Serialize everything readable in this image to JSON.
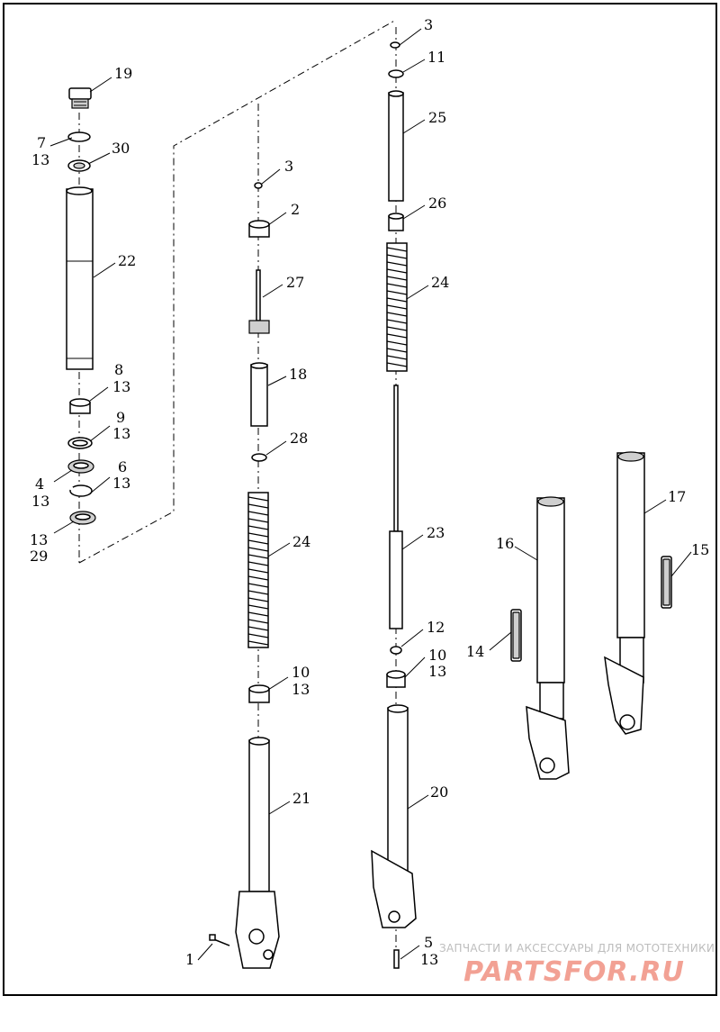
{
  "callouts": {
    "c19": "19",
    "c7": "7",
    "c7q": "13",
    "c30": "30",
    "c22": "22",
    "c8": "8",
    "c8q": "13",
    "c9": "9",
    "c9q": "13",
    "c4": "4",
    "c4q": "13",
    "c6": "6",
    "c6q": "13",
    "c29q": "13",
    "c29": "29",
    "c3a": "3",
    "c2": "2",
    "c27": "27",
    "c18": "18",
    "c28": "28",
    "c24a": "24",
    "c10a": "10",
    "c10aq": "13",
    "c21": "21",
    "c1": "1",
    "c3b": "3",
    "c11": "11",
    "c25": "25",
    "c26": "26",
    "c24b": "24",
    "c23": "23",
    "c12": "12",
    "c10b": "10",
    "c10bq": "13",
    "c20": "20",
    "c5": "5",
    "c5q": "13",
    "c16": "16",
    "c17": "17",
    "c14": "14",
    "c15": "15"
  },
  "watermark": {
    "line1": "ЗАПЧАСТИ И АКСЕССУАРЫ ДЛЯ МОТОТЕХНИКИ",
    "logo": "PARTSFOR.RU"
  }
}
